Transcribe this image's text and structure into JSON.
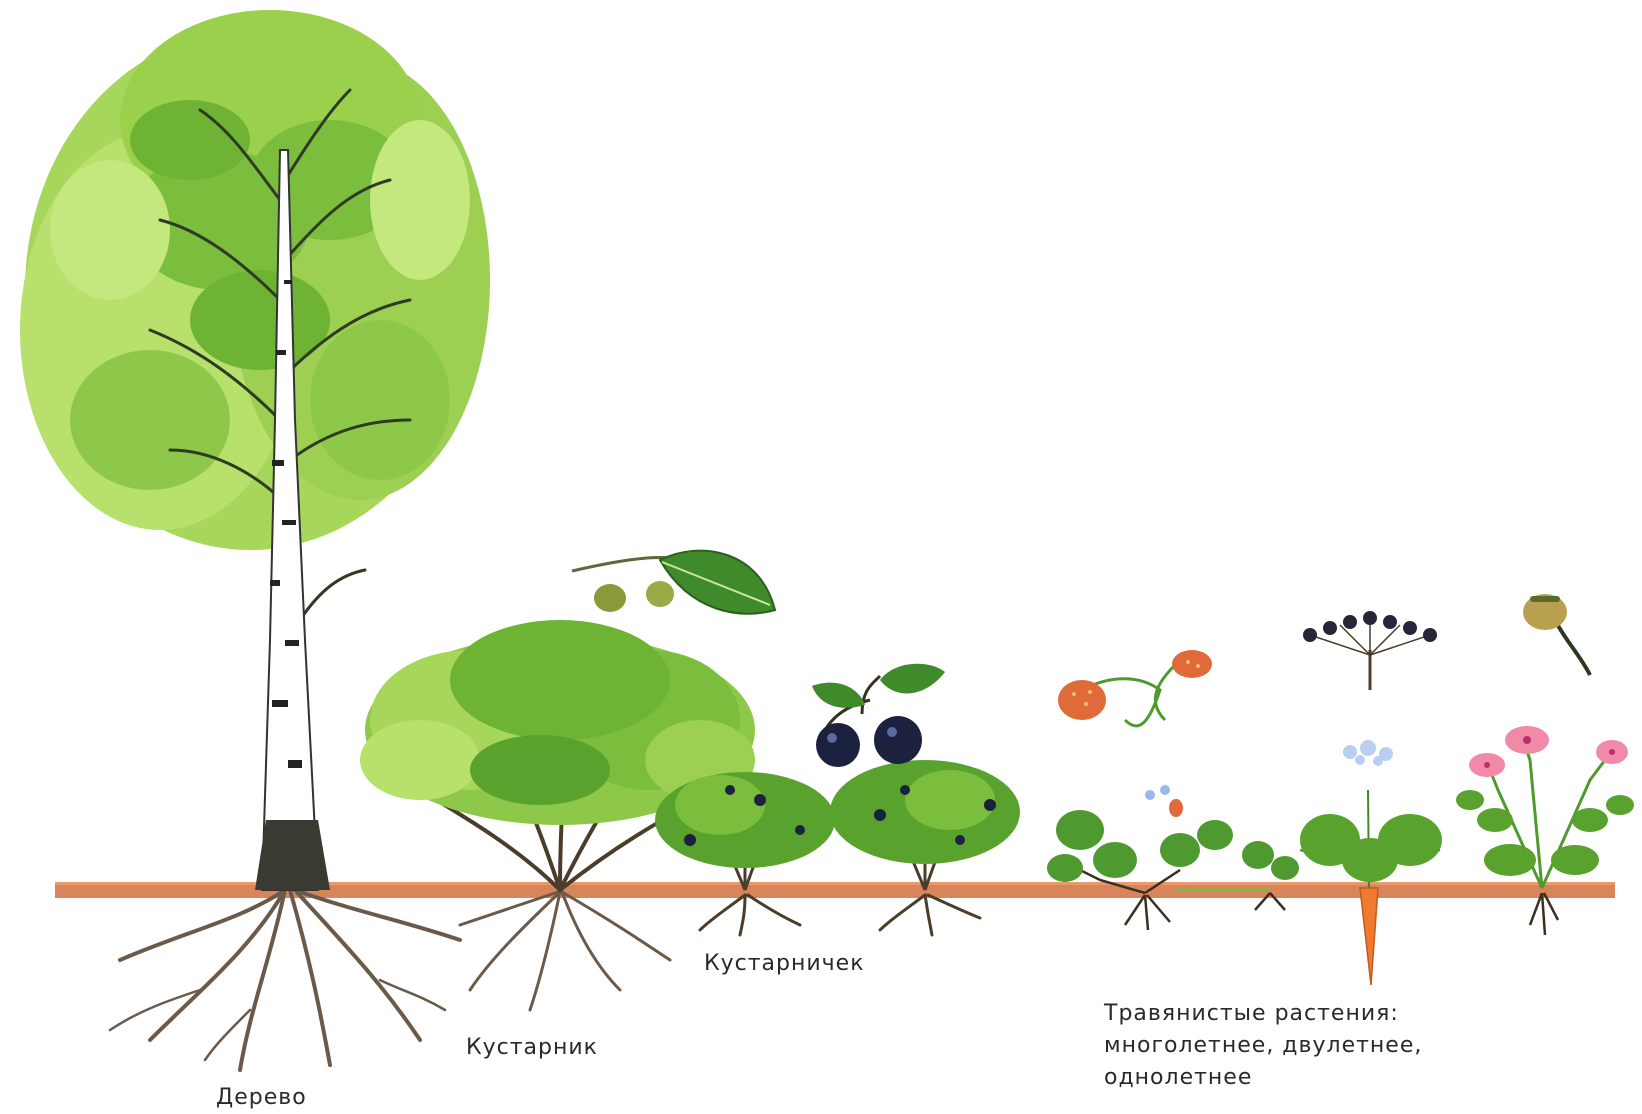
{
  "labels": {
    "tree": "Дерево",
    "shrub": "Кустарник",
    "subshrub": "Кустарничек",
    "herbs_line1": "Травянистые растения:",
    "herbs_line2": "многолетнее, двулетнее,",
    "herbs_line3": "однолетнее"
  },
  "colors": {
    "soil": "#d2703f",
    "foliage_light": "#a6d65a",
    "foliage_mid": "#7bbd3c",
    "foliage_dark": "#3f8a2a",
    "bark": "#ffffff",
    "bark_mark": "#222222",
    "root": "#6b5a4a",
    "blueberry": "#1c2140",
    "strawberry": "#e06a3a",
    "carrot": "#f07a2e",
    "poppy": "#f08aa8"
  }
}
